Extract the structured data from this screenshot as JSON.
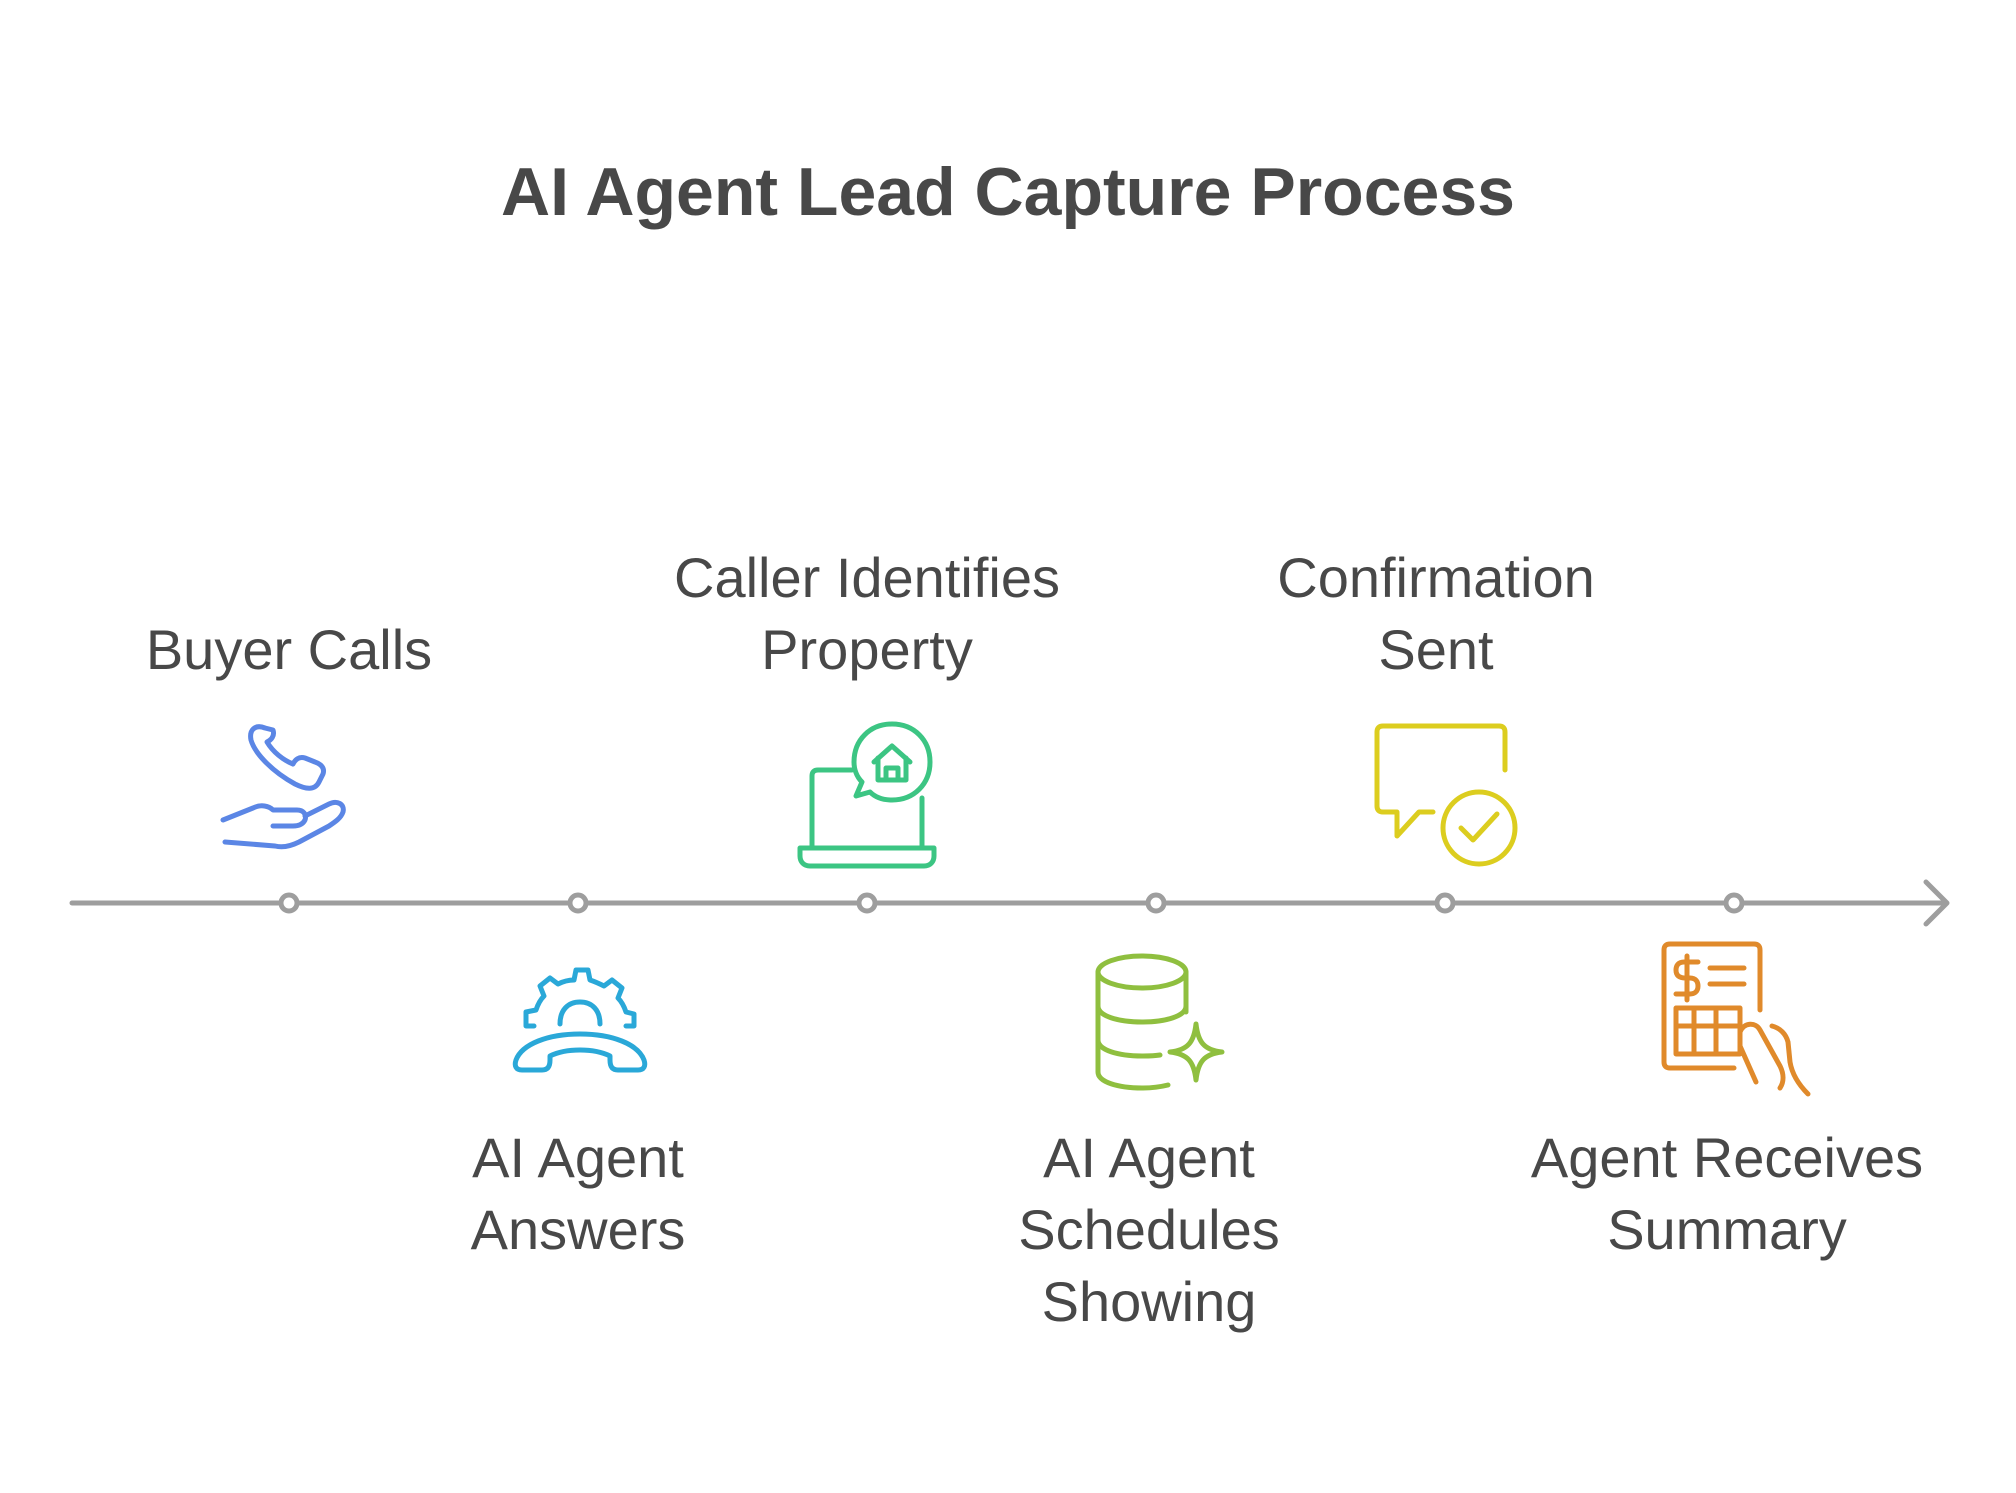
{
  "title": "AI Agent Lead Capture Process",
  "colors": {
    "axis": "#9e9e9e",
    "text": "#484848",
    "step1": "#5b86e5",
    "step2": "#2aa8d8",
    "step3": "#3cc583",
    "step4": "#8fbf3f",
    "step5": "#dccd1f",
    "step6": "#e08a2b"
  },
  "steps": [
    {
      "lines": [
        "Buyer Calls"
      ],
      "icon": "hand-phone-icon",
      "position": "above"
    },
    {
      "lines": [
        "AI Agent",
        "Answers"
      ],
      "icon": "gear-phone-icon",
      "position": "below"
    },
    {
      "lines": [
        "Caller Identifies",
        "Property"
      ],
      "icon": "laptop-house-icon",
      "position": "above"
    },
    {
      "lines": [
        "AI Agent",
        "Schedules",
        "Showing"
      ],
      "icon": "database-sparkle-icon",
      "position": "below"
    },
    {
      "lines": [
        "Confirmation",
        "Sent"
      ],
      "icon": "message-check-icon",
      "position": "above"
    },
    {
      "lines": [
        "Agent Receives",
        "Summary"
      ],
      "icon": "invoice-hand-icon",
      "position": "below"
    }
  ]
}
